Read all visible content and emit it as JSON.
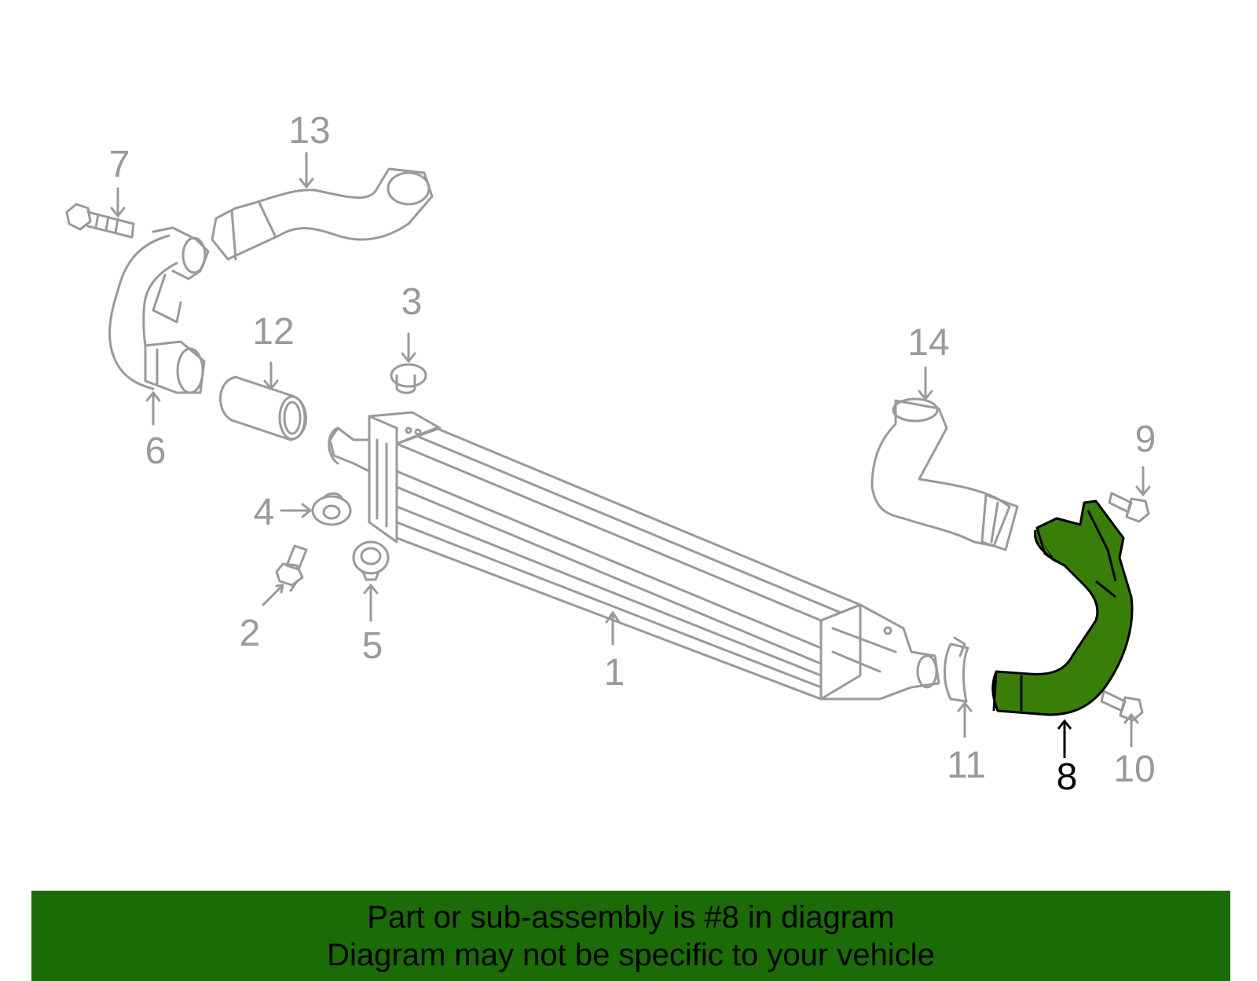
{
  "diagram": {
    "part_color": "#3a7e0a",
    "line_color": "#9a9a9a",
    "highlight_label_color": "#000000",
    "callouts": [
      {
        "id": "1",
        "label": "1",
        "highlighted": false
      },
      {
        "id": "2",
        "label": "2",
        "highlighted": false
      },
      {
        "id": "3",
        "label": "3",
        "highlighted": false
      },
      {
        "id": "4",
        "label": "4",
        "highlighted": false
      },
      {
        "id": "5",
        "label": "5",
        "highlighted": false
      },
      {
        "id": "6",
        "label": "6",
        "highlighted": false
      },
      {
        "id": "7",
        "label": "7",
        "highlighted": false
      },
      {
        "id": "8",
        "label": "8",
        "highlighted": true
      },
      {
        "id": "9",
        "label": "9",
        "highlighted": false
      },
      {
        "id": "10",
        "label": "10",
        "highlighted": false
      },
      {
        "id": "11",
        "label": "11",
        "highlighted": false
      },
      {
        "id": "12",
        "label": "12",
        "highlighted": false
      },
      {
        "id": "13",
        "label": "13",
        "highlighted": false
      },
      {
        "id": "14",
        "label": "14",
        "highlighted": false
      }
    ]
  },
  "caption": {
    "background": "#1b6b06",
    "line1": "Part or sub-assembly is #8 in diagram",
    "line2": "Diagram may not be specific to your vehicle"
  }
}
